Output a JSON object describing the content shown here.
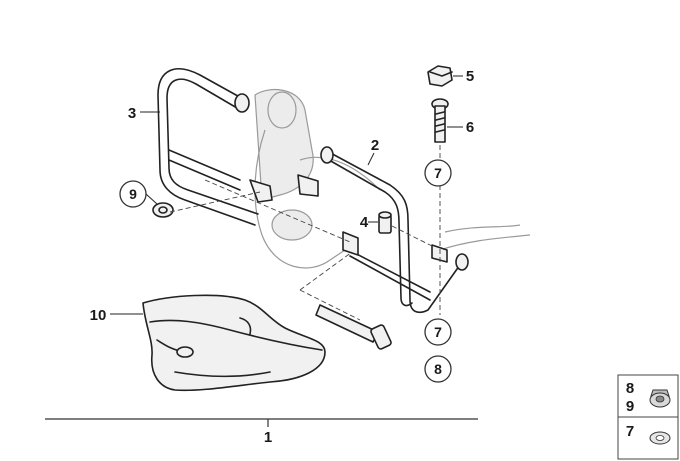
{
  "callouts": {
    "p1": "1",
    "p2": "2",
    "p3": "3",
    "p4": "4",
    "p5": "5",
    "p6": "6",
    "p7a": "7",
    "p7b": "7",
    "p8": "8",
    "p9": "9",
    "p10": "10"
  },
  "legend": {
    "row1_label_top": "8",
    "row1_label_bottom": "9",
    "row2_label": "7"
  }
}
